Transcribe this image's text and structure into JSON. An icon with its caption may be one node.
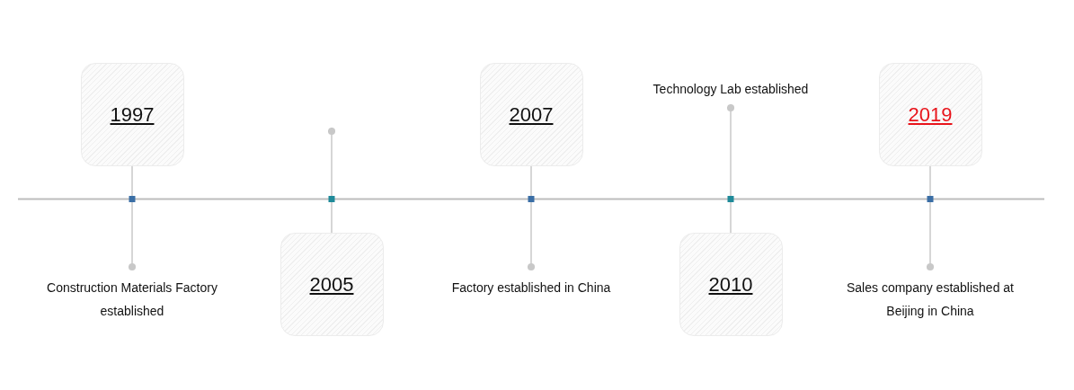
{
  "diagram": {
    "nodes": [
      {
        "text": [
          "1997"
        ]
      },
      {
        "text": [
          "Construction Materials Factory established"
        ]
      },
      {
        "text": [
          "2005"
        ]
      },
      {
        "text": [
          "2007"
        ]
      },
      {
        "text": [
          "Factory established in China"
        ]
      },
      {
        "text": [
          "2010"
        ]
      },
      {
        "text": [
          "Technology Lab established"
        ]
      },
      {
        "text": [
          "2019"
        ]
      },
      {
        "text": [
          "Sales company established at Beijing in China"
        ]
      }
    ],
    "edges": [
      {
        "from": 0,
        "to": 1,
        "arrow": "other"
      },
      {
        "from": 2,
        "to": null,
        "arrow": "other"
      },
      {
        "from": 3,
        "to": 4,
        "arrow": "other"
      },
      {
        "from": 5,
        "to": 6,
        "arrow": "other"
      },
      {
        "from": 7,
        "to": 8,
        "arrow": "other"
      }
    ]
  }
}
